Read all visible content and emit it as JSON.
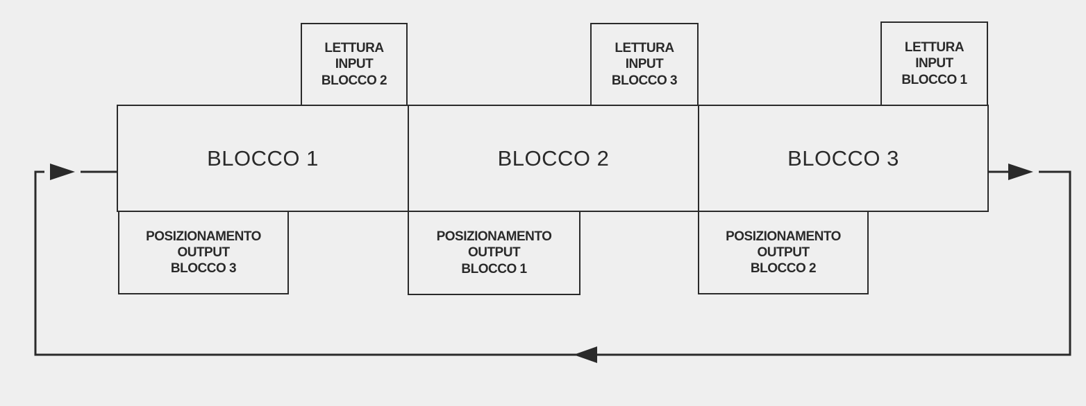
{
  "blocks": [
    {
      "label": "BLOCCO  1"
    },
    {
      "label": "BLOCCO  2"
    },
    {
      "label": "BLOCCO  3"
    }
  ],
  "input_boxes": [
    {
      "lines": [
        "LETTURA",
        "INPUT",
        "BLOCCO 2"
      ]
    },
    {
      "lines": [
        "LETTURA",
        "INPUT",
        "BLOCCO 3"
      ]
    },
    {
      "lines": [
        "LETTURA",
        "INPUT",
        "BLOCCO 1"
      ]
    }
  ],
  "output_boxes": [
    {
      "lines": [
        "POSIZIONAMENTO",
        "OUTPUT",
        "BLOCCO 3"
      ]
    },
    {
      "lines": [
        "POSIZIONAMENTO",
        "OUTPUT",
        "BLOCCO 1"
      ]
    },
    {
      "lines": [
        "POSIZIONAMENTO",
        "OUTPUT",
        "BLOCCO 2"
      ]
    }
  ],
  "colors": {
    "ink": "#2a2a2a",
    "paper": "#efefef"
  }
}
